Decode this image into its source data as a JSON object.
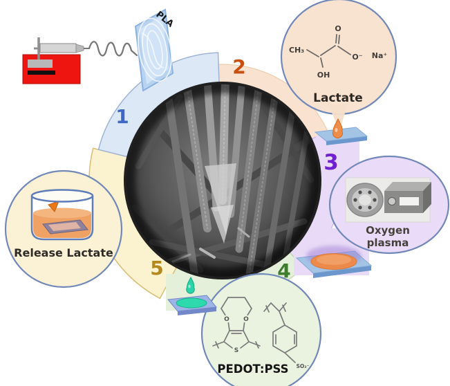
{
  "steps": {
    "step1": {
      "number": "1",
      "number_color": "#3e68c4",
      "equipment_label": "PLA"
    },
    "step2": {
      "number": "2",
      "number_color": "#c8500f",
      "label": "Lactate",
      "molecule": {
        "ch3": "CH₃",
        "oh": "OH",
        "carbonyl_o": "O",
        "o_minus": "O⁻",
        "na_plus": "Na⁺"
      }
    },
    "step3": {
      "number": "3",
      "number_color": "#7020d0",
      "label_line1": "Oxygen",
      "label_line2": "plasma"
    },
    "step4": {
      "number": "4",
      "number_color": "#3e7d2e",
      "label": "PEDOT:PSS",
      "molecule": {
        "o_left": "O",
        "o_right": "O",
        "s": "S",
        "so3": "SO₃⁻"
      }
    },
    "step5": {
      "number": "5",
      "number_color": "#b3891d",
      "label": "Release Lactate"
    }
  },
  "colors": {
    "ring_blue": "#dce8f6",
    "ring_peach": "#f9e3d0",
    "ring_purple": "#e9dbf7",
    "ring_green": "#e5f0db",
    "ring_yellow": "#fbf2cf",
    "circle_lactate": "#f8e2d0",
    "circle_plasma": "#eadcf8",
    "circle_pedot": "#e9f3e0",
    "circle_release": "#fbf2d6",
    "circle_border": "#7188b8",
    "slide_glass": "#a4c4e6",
    "droplet_lactate": "#ee8c4a",
    "plasma_spot": "#ec8a4b",
    "pedot_coating": "#2fd9ae",
    "pedot_droplet": "#2bd3a8",
    "pump_red": "#ee1410"
  }
}
